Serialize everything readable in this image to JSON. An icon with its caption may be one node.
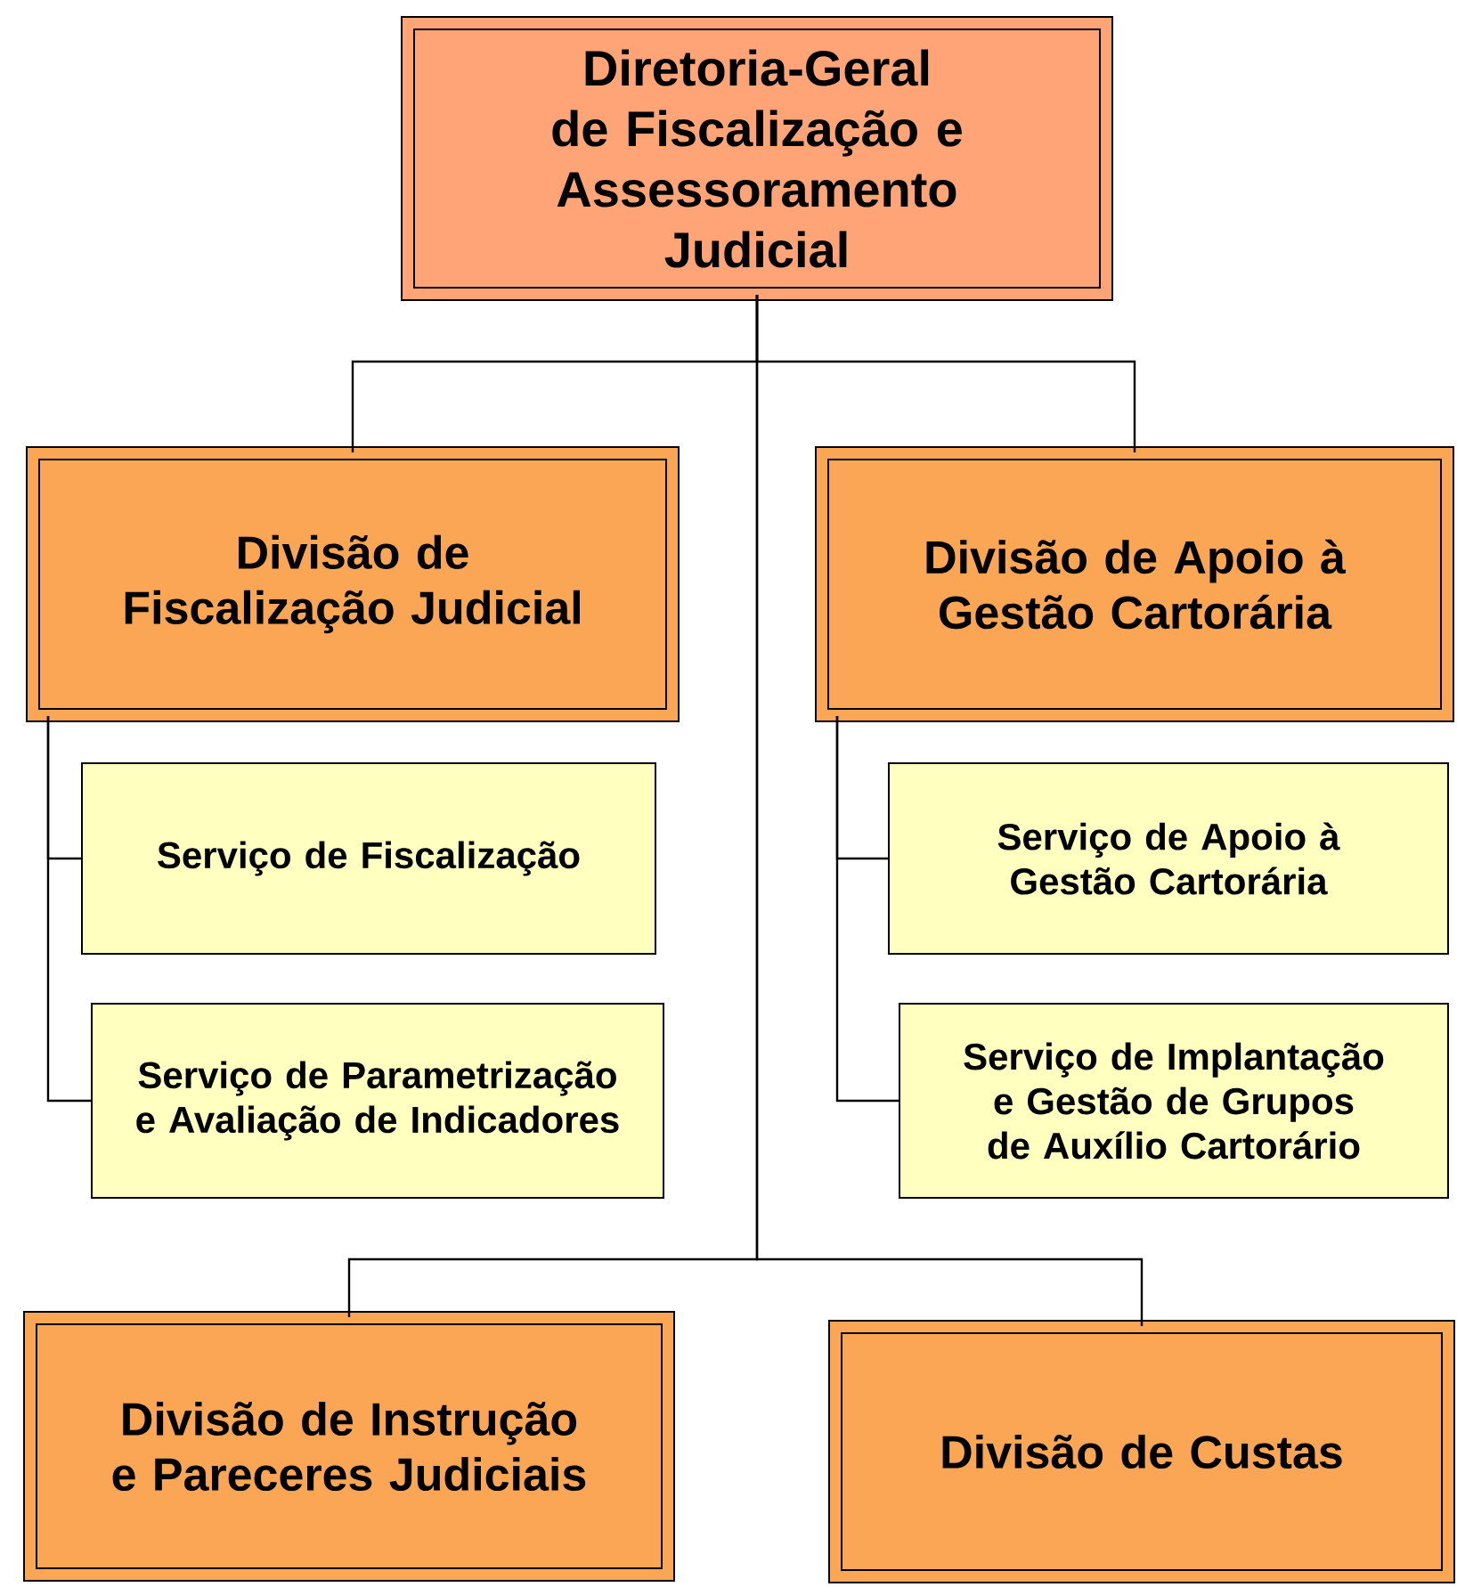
{
  "diagram": {
    "nodes": [
      {
        "text": [
          "Diretoria-Geral de Fiscalização e Assessoramento Judicial"
        ]
      },
      {
        "text": [
          "Divisão de Fiscalização Judicial"
        ]
      },
      {
        "text": [
          "Divisão de Apoio à Gestão Cartorária"
        ]
      },
      {
        "text": [
          "Serviço de Fiscalização"
        ]
      },
      {
        "text": [
          "Serviço de Parametrização e Avaliação de Indicadores"
        ]
      },
      {
        "text": [
          "Serviço de Apoio à Gestão Cartorária"
        ]
      },
      {
        "text": [
          "Serviço de Implantação e Gestão de Grupos de Auxílio Cartorário"
        ]
      },
      {
        "text": [
          "Divisão de Instrução e Pareceres Judiciais"
        ]
      },
      {
        "text": [
          "Divisão de Custas"
        ]
      }
    ],
    "edges": [
      {
        "from": 0,
        "to": 1,
        "arrow": "none"
      },
      {
        "from": 0,
        "to": 2,
        "arrow": "none"
      },
      {
        "from": 0,
        "to": 7,
        "arrow": "none"
      },
      {
        "from": 0,
        "to": 8,
        "arrow": "none"
      },
      {
        "from": 1,
        "to": 3,
        "arrow": "none"
      },
      {
        "from": 1,
        "to": 4,
        "arrow": "none"
      },
      {
        "from": 2,
        "to": 5,
        "arrow": "none"
      },
      {
        "from": 2,
        "to": 6,
        "arrow": "none"
      }
    ]
  }
}
